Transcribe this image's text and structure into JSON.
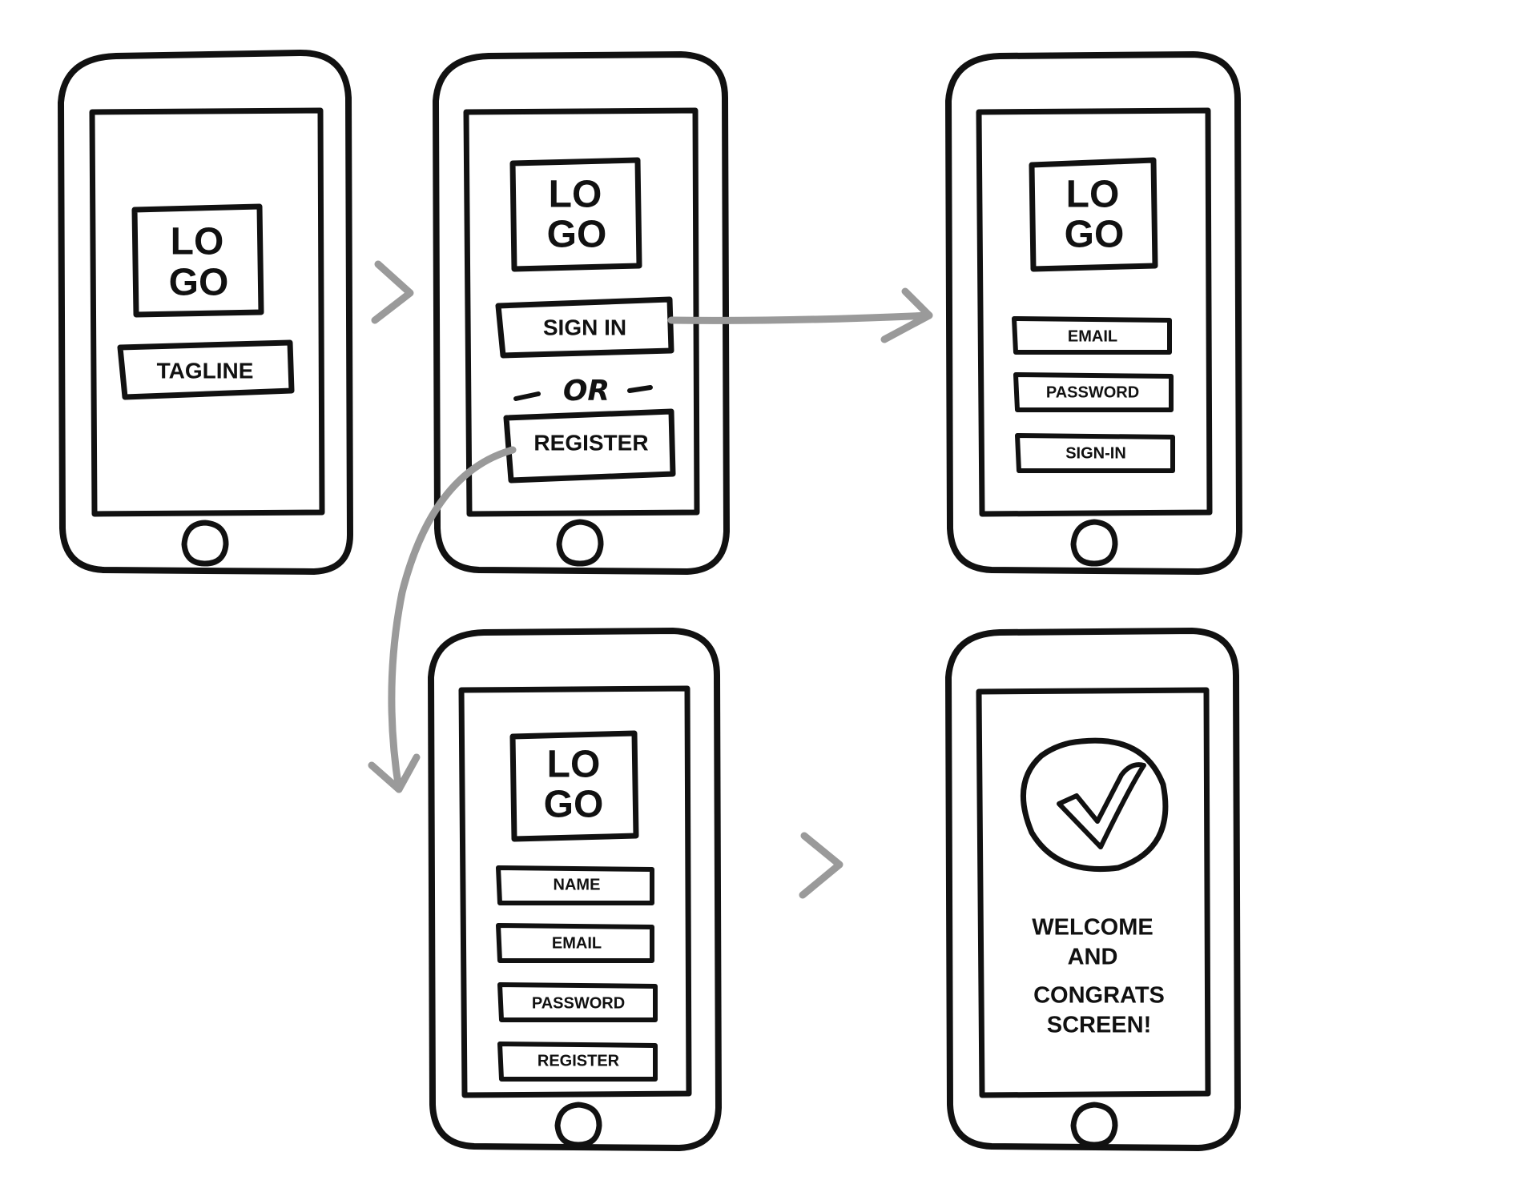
{
  "phones": {
    "splash": {
      "logo": [
        "LO",
        "GO"
      ],
      "tagline": "TAGLINE"
    },
    "choice": {
      "logo": [
        "LO",
        "GO"
      ],
      "sign_in": "SIGN IN",
      "separator": "OR",
      "register": "REGISTER"
    },
    "signin": {
      "logo": [
        "LO",
        "GO"
      ],
      "email": "EMAIL",
      "password": "PASSWORD",
      "submit": "SIGN-IN"
    },
    "register": {
      "logo": [
        "LO",
        "GO"
      ],
      "name": "NAME",
      "email": "EMAIL",
      "password": "PASSWORD",
      "submit": "REGISTER"
    },
    "welcome": {
      "icon": "checkmark-circle-icon",
      "lines": [
        "WELCOME",
        "AND",
        "CONGRATS",
        "SCREEN!"
      ]
    }
  },
  "colors": {
    "ink": "#111111",
    "arrow": "#9a9a9a",
    "paper": "#ffffff"
  }
}
